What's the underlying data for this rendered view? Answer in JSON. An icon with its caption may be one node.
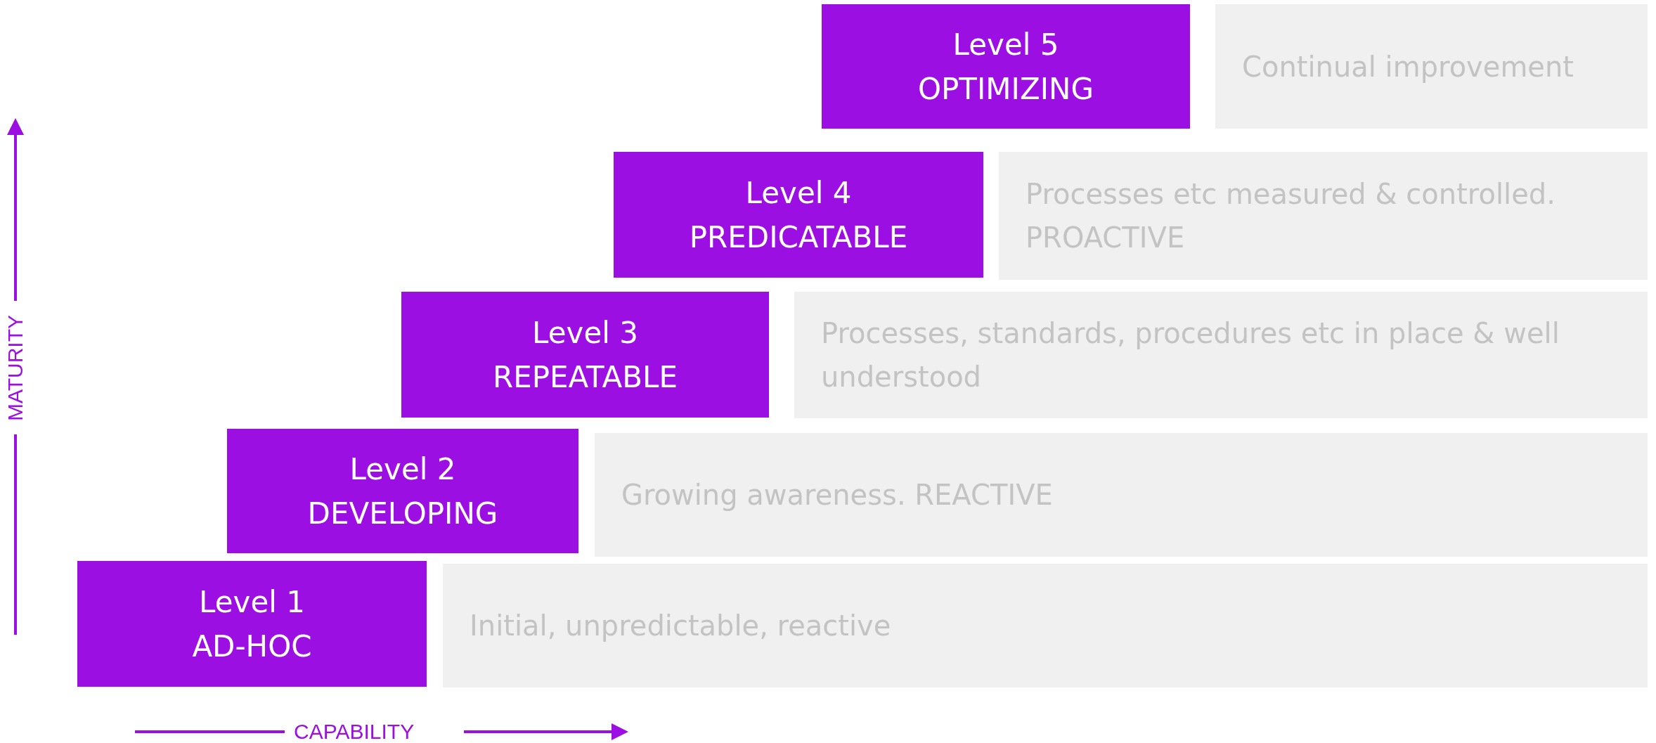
{
  "diagram": {
    "nodes": [
      {
        "text": [
          "Level 5",
          "OPTIMIZING"
        ]
      },
      {
        "text": [
          "Continual improvement"
        ]
      },
      {
        "text": [
          "Level 4",
          "PREDICATABLE"
        ]
      },
      {
        "text": [
          "Processes etc measured & controlled. PROACTIVE"
        ]
      },
      {
        "text": [
          "Level 3",
          "REPEATABLE"
        ]
      },
      {
        "text": [
          "Processes, standards, procedures etc in place & well understood"
        ]
      },
      {
        "text": [
          "Level 2",
          "DEVELOPING"
        ]
      },
      {
        "text": [
          "Growing awareness. REACTIVE"
        ]
      },
      {
        "text": [
          "Level 1",
          "AD-HOC"
        ]
      },
      {
        "text": [
          "Initial, unpredictable, reactive"
        ]
      }
    ],
    "edges": [],
    "labels": [
      "MATURITY",
      "CAPABILITY"
    ]
  }
}
